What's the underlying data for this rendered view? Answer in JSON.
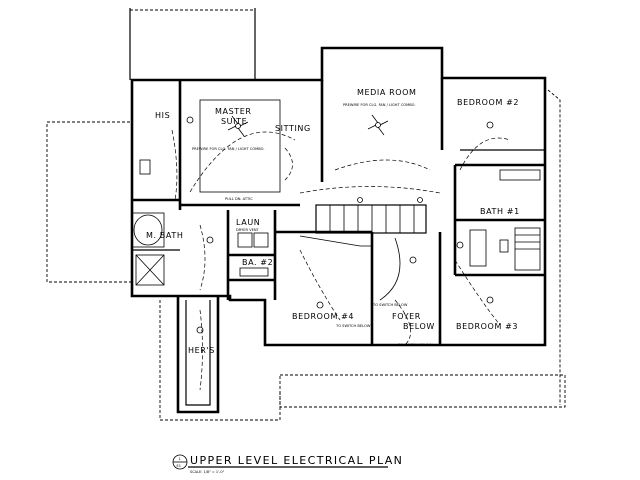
{
  "plan": {
    "title": "UPPER LEVEL ELECTRICAL PLAN",
    "scale_note": "SCALE: 1/8\" = 1'-0\"",
    "sheet_number": "1",
    "sheet_id": "E1",
    "rooms": {
      "media_room": "MEDIA ROOM",
      "bedroom_2": "BEDROOM #2",
      "master": "MASTER",
      "suite": "SUITE",
      "sitting": "SITTING",
      "his": "HIS",
      "m_bath": "M. BATH",
      "laun": "LAUN",
      "ba_2": "BA. #2",
      "bath_1": "BATH #1",
      "bedroom_4": "BEDROOM #4",
      "bedroom_3": "BEDROOM #3",
      "foyer": "FOYER",
      "below": "BELOW",
      "hers": "HER'S"
    },
    "notes": {
      "media_prewire": "PREWIRE FOR CLG. FAN / LIGHT COMBO.",
      "master_prewire": "PREWIRE FOR CLG. FAN / LIGHT COMBO.",
      "attic_access": "PULL DN. ATTIC",
      "to_switch_below_1": "TO SWITCH BELOW",
      "to_switch_below_2": "TO SWITCH BELOW",
      "to_switch_below_3": "TO SWITCH BELOW",
      "dryer_vent": "DRYER VENT"
    }
  }
}
